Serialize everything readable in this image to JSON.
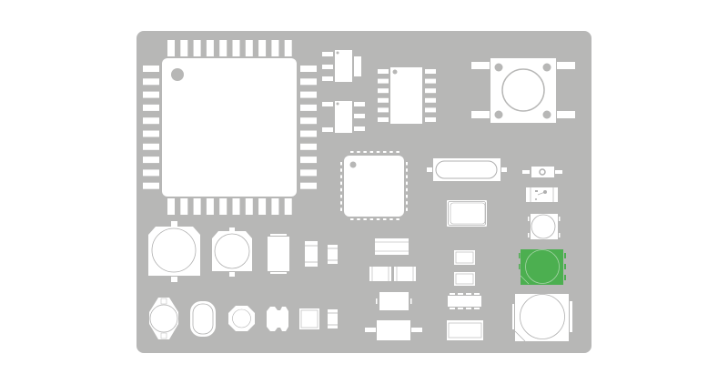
{
  "colors": {
    "background": "#ffffff",
    "board": "#b7b7b6",
    "component": "#ffffff",
    "outline": "#b0b0b0",
    "highlight": "#4caf50"
  },
  "components": [
    {
      "name": "qfp-44-chip",
      "pins_per_side": 10
    },
    {
      "name": "sot-23-top"
    },
    {
      "name": "sot-23-bottom"
    },
    {
      "name": "soic-12-chip",
      "pins_per_side": 6
    },
    {
      "name": "tactile-switch"
    },
    {
      "name": "qfn-chip"
    },
    {
      "name": "hc49-crystal"
    },
    {
      "name": "smd-led-small"
    },
    {
      "name": "smd-sensor"
    },
    {
      "name": "smd-button-small"
    },
    {
      "name": "smd-button-highlighted",
      "highlighted": true
    },
    {
      "name": "smd-button-large"
    },
    {
      "name": "smd-crystal"
    },
    {
      "name": "power-inductor-large"
    },
    {
      "name": "power-inductor-medium"
    },
    {
      "name": "tantalum-capacitor"
    },
    {
      "name": "chip-resistor"
    }
  ]
}
